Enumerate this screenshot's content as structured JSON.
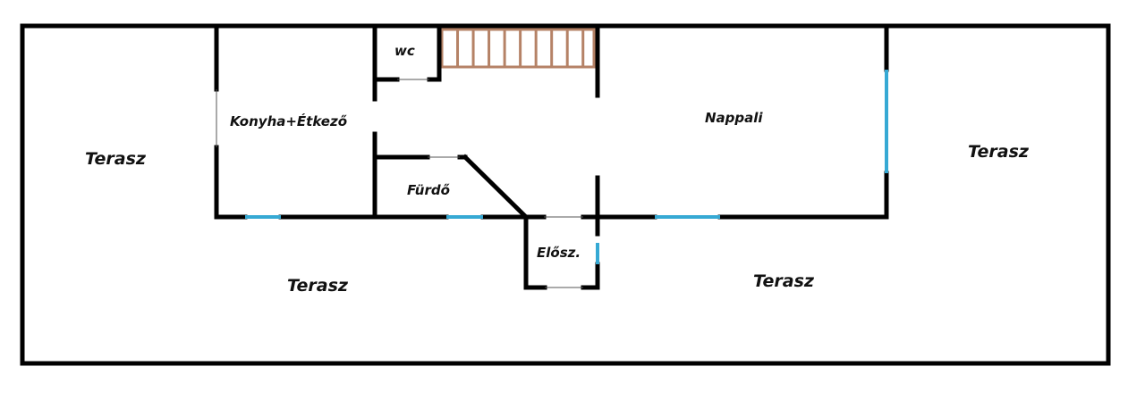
{
  "plan": {
    "colors": {
      "wall": "#000000",
      "window": "#36a9d4",
      "door_line": "#555555",
      "stairs": "#b58266",
      "background": "#ffffff"
    },
    "rooms": [
      {
        "id": "terasz-left",
        "label": "Terasz"
      },
      {
        "id": "konyha",
        "label": "Konyha+Étkező"
      },
      {
        "id": "wc",
        "label": "wc"
      },
      {
        "id": "nappali",
        "label": "Nappali"
      },
      {
        "id": "terasz-right",
        "label": "Terasz"
      },
      {
        "id": "furdo",
        "label": "Fürdő"
      },
      {
        "id": "eloszoba",
        "label": "Elősz."
      },
      {
        "id": "terasz-bottom-left",
        "label": "Terasz"
      },
      {
        "id": "terasz-bottom-right",
        "label": "Terasz"
      }
    ],
    "stairs": {
      "treads": 10
    }
  }
}
